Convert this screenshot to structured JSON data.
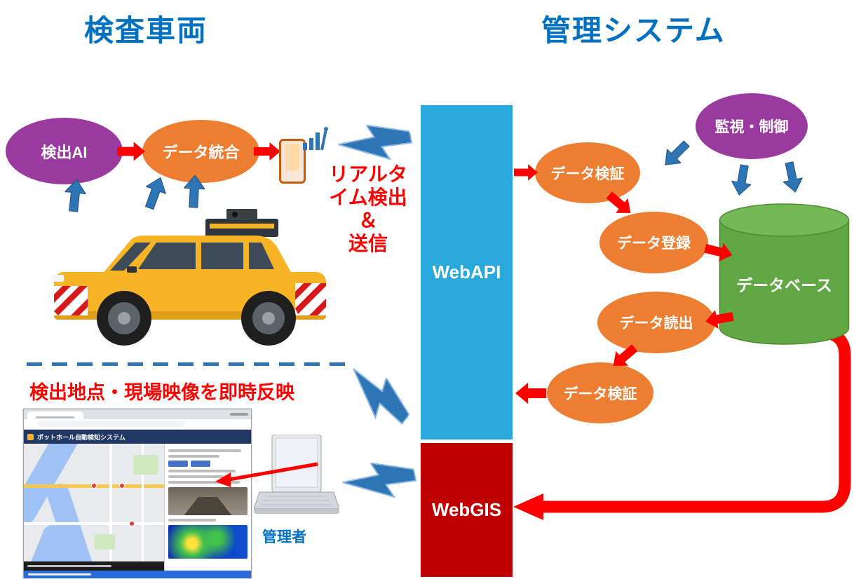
{
  "titles": {
    "vehicle": "検査車両",
    "system": "管理システム"
  },
  "vehicle": {
    "detect_ai": "検出AI",
    "data_integration": "データ統合",
    "realtime_lines": [
      "リアルタ",
      "イム検出",
      "＆",
      "送信"
    ],
    "reflect_caption": "検出地点・現場映像を即時反映",
    "admin": "管理者"
  },
  "middleware": {
    "webapi": "WebAPI",
    "webgis": "WebGIS"
  },
  "system": {
    "monitor": "監視・制御",
    "data_verify_in": "データ検証",
    "data_register": "データ登録",
    "database": "データベース",
    "data_read": "データ読出",
    "data_verify_out": "データ検証"
  },
  "browser": {
    "app_title": "ポットホール自動検知システム"
  },
  "colors": {
    "title_blue": "#0070C0",
    "purple": "#9B3A9E",
    "orange": "#ED7D31",
    "green": "#61A744",
    "webapi_blue": "#29A8DC",
    "webgis_red": "#C00000",
    "accent_red": "#FF0000",
    "arrow_blue": "#2E75B6"
  }
}
